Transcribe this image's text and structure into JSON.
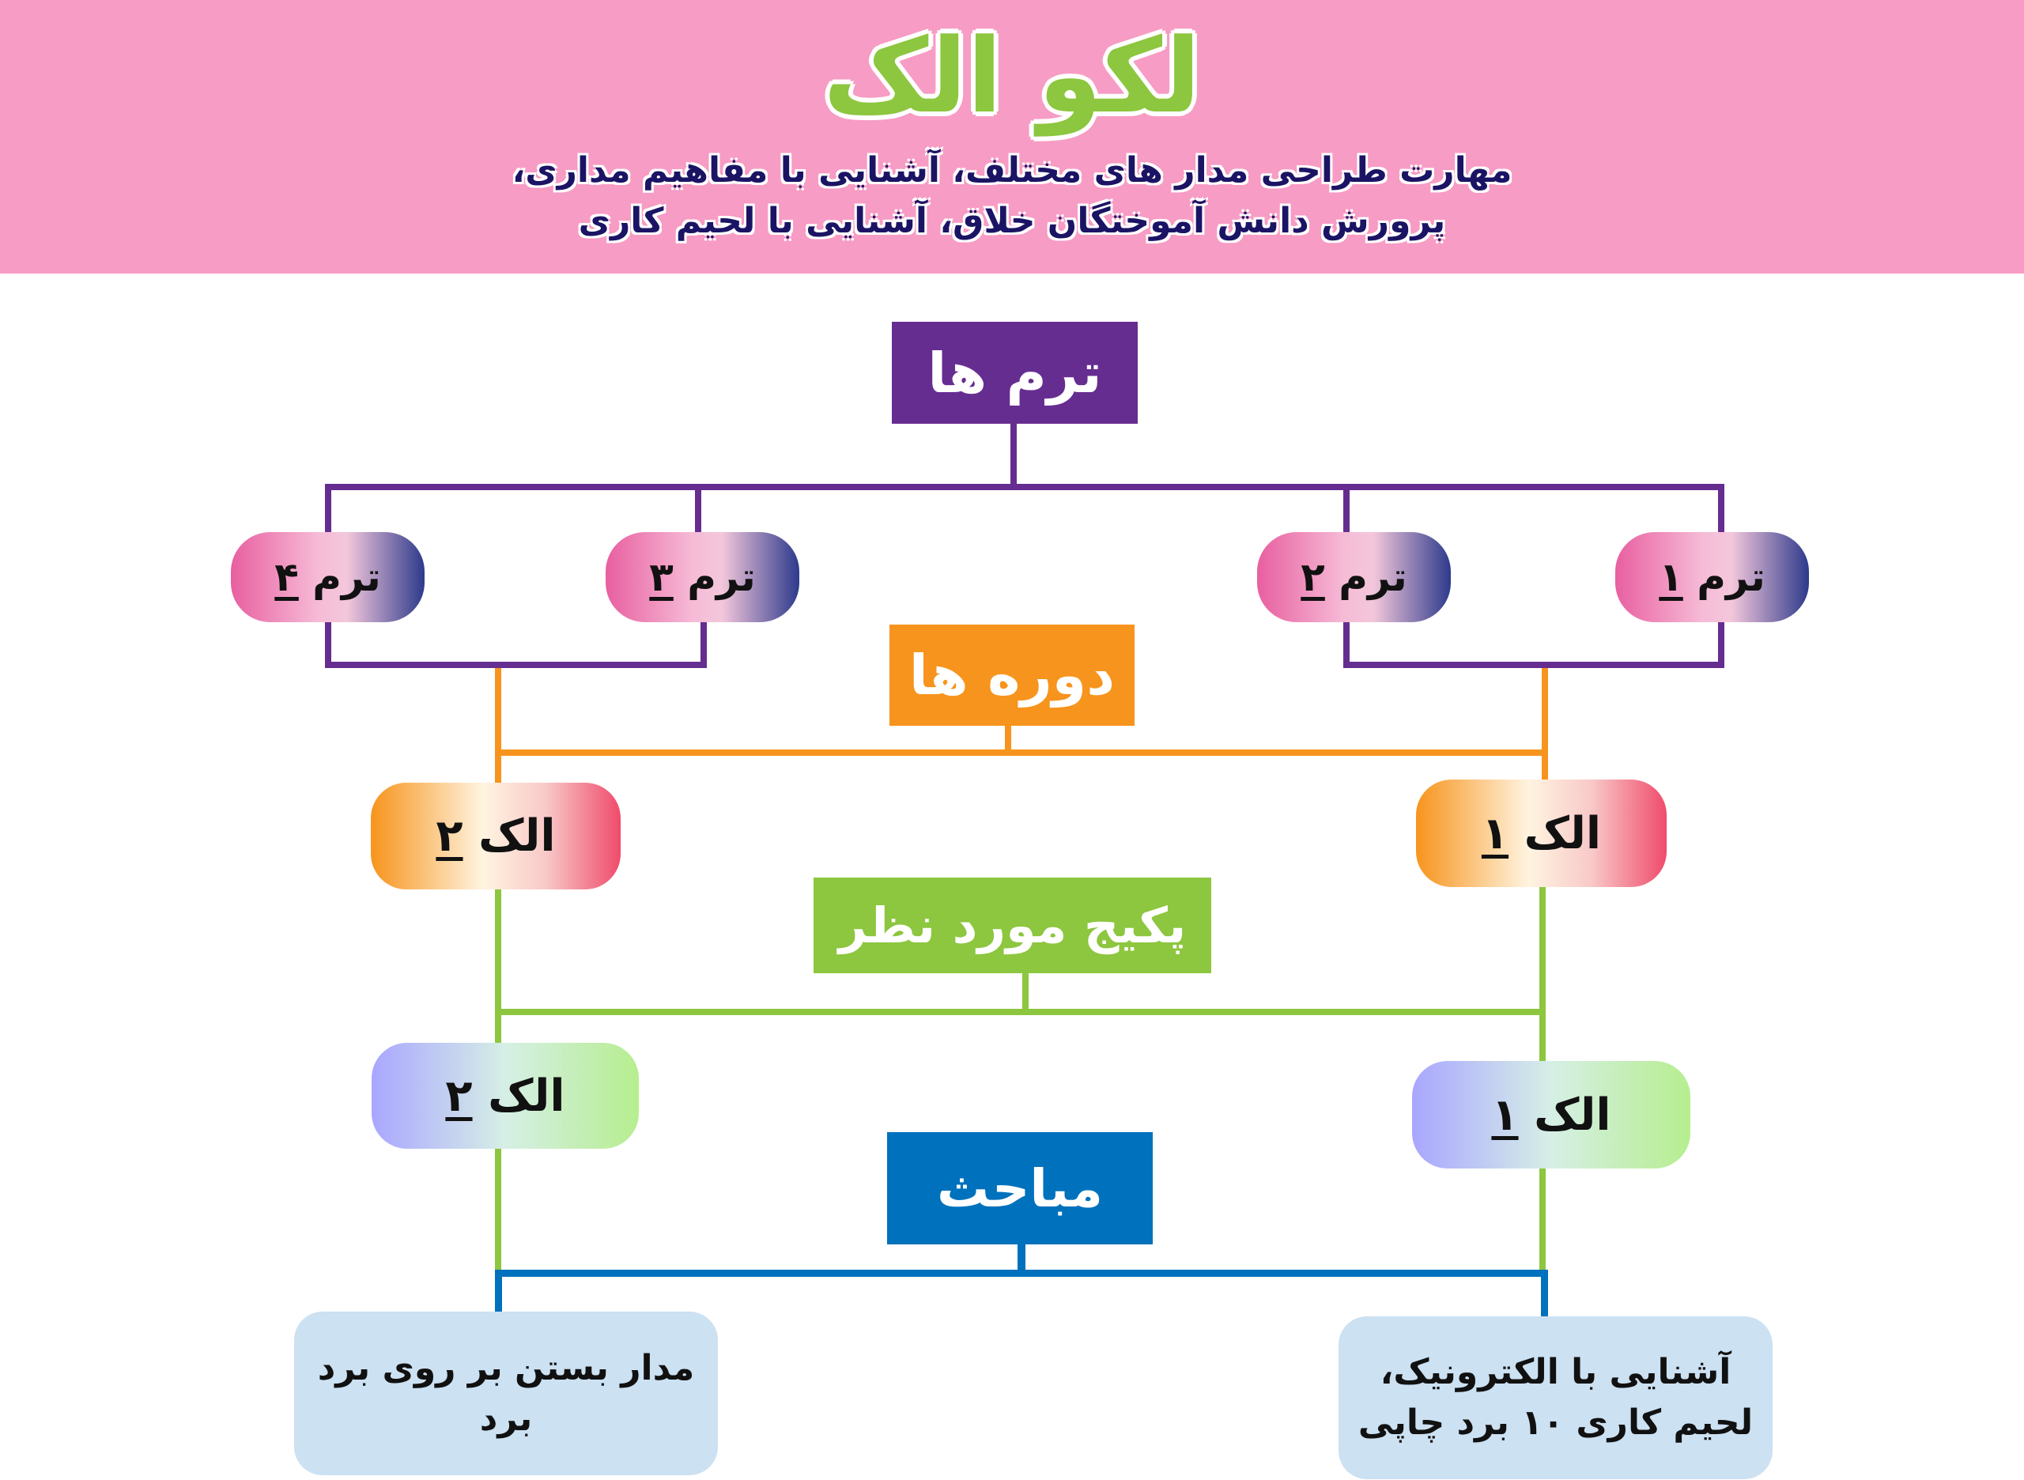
{
  "header": {
    "title": "لکو الک",
    "subtitle_line1": "مهارت طراحی مدار های مختلف، آشنایی با مفاهیم مداری،",
    "subtitle_line2": "پرورش دانش آموختگان خلاق، آشنایی با لحیم کاری"
  },
  "colors": {
    "header_bg": "#F79CC4",
    "terms": "#662D91",
    "courses": "#F7941D",
    "package": "#8DC63F",
    "topics": "#0071BC",
    "topic_box": "#CCE1F2"
  },
  "terms": {
    "heading": "ترم ها",
    "items": [
      {
        "label": "ترم",
        "num": "۱"
      },
      {
        "label": "ترم",
        "num": "۲"
      },
      {
        "label": "ترم",
        "num": "۳"
      },
      {
        "label": "ترم",
        "num": "۴"
      }
    ]
  },
  "courses": {
    "heading": "دوره ها",
    "items": [
      {
        "label": "الک",
        "num": "۱"
      },
      {
        "label": "الک",
        "num": "۲"
      }
    ]
  },
  "package": {
    "heading": "پکیج مورد نظر",
    "items": [
      {
        "label": "الک",
        "num": "۱"
      },
      {
        "label": "الک",
        "num": "۲"
      }
    ]
  },
  "topics": {
    "heading": "مباحث",
    "items": [
      {
        "line1": "آشنایی با الکترونیک،",
        "line2": "لحیم کاری ۱۰ برد چاپی"
      },
      {
        "line1": "مدار بستن بر روی برد",
        "line2": "برد"
      }
    ]
  }
}
